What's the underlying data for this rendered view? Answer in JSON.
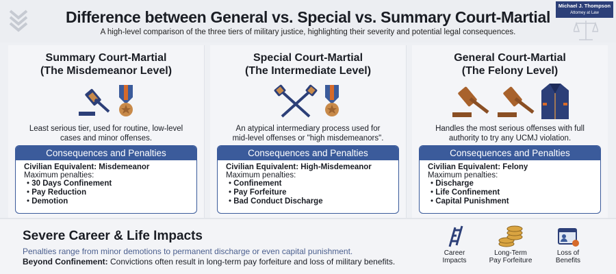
{
  "header": {
    "title": "Difference between General vs. Special vs. Summary Court-Martial",
    "subtitle": "A high-level comparison of the three tiers of military justice, highlighting their severity and potential legal consequences.",
    "logo_name": "Michael J. Thompson",
    "logo_sub": "Attorney at Law"
  },
  "colors": {
    "accent": "#3b5b9b",
    "text": "#1a1d24",
    "highlight": "#4b5f8e"
  },
  "cards": [
    {
      "title": "Summary Court-Martial",
      "subtitle": "(The Misdemeanor Level)",
      "icons": [
        "gavel-icon",
        "medal-icon"
      ],
      "description": "Least serious tier, used for routine, low-level cases and minor offenses.",
      "box_title": "Consequences and Penalties",
      "civilian": "Civilian Equivalent: Misdemeanor",
      "max_label": "Maximum penalties:",
      "penalties": [
        "30 Days Confinement",
        "Pay Reduction",
        "Demotion"
      ]
    },
    {
      "title": "Special Court-Martial",
      "subtitle": "(The Intermediate Level)",
      "icons": [
        "crossed-gavels-icon",
        "medal-icon"
      ],
      "description": "An atypical intermediary process used for mid-level offenses or \"high misdemeanors\".",
      "box_title": "Consequences and Penalties",
      "civilian": "Civilian Equivalent: High-Misdemeanor",
      "max_label": "Maximum penalties:",
      "penalties": [
        "Confinement",
        "Pay Forfeiture",
        "Bad Conduct Discharge"
      ]
    },
    {
      "title": "General Court-Martial",
      "subtitle": "(The Felony Level)",
      "icons": [
        "gavel-icon",
        "gavel-icon",
        "uniform-icon"
      ],
      "description": "Handles the most serious offenses with full authority to try any UCMJ violation.",
      "box_title": "Consequences and Penalties",
      "civilian": "Civilian Equivalent: Felony",
      "max_label": "Maximum penalties:",
      "penalties": [
        "Discharge",
        "Life Confinement",
        "Capital Punishment"
      ]
    }
  ],
  "bottom": {
    "title": "Severe Career & Life Impacts",
    "line1": "Penalties range from minor demotions to permanent discharge or even capital punishment.",
    "line2_bold": "Beyond Confinement:",
    "line2": " Convictions often result in long-term pay forfeiture and loss of military benefits.",
    "impacts": [
      {
        "icon": "broken-ladder-icon",
        "line1": "Career",
        "line2": "Impacts"
      },
      {
        "icon": "coins-icon",
        "line1": "Long-Term",
        "line2": "Pay Forfeiture"
      },
      {
        "icon": "id-badge-icon",
        "line1": "Loss of",
        "line2": "Benefits"
      }
    ]
  }
}
